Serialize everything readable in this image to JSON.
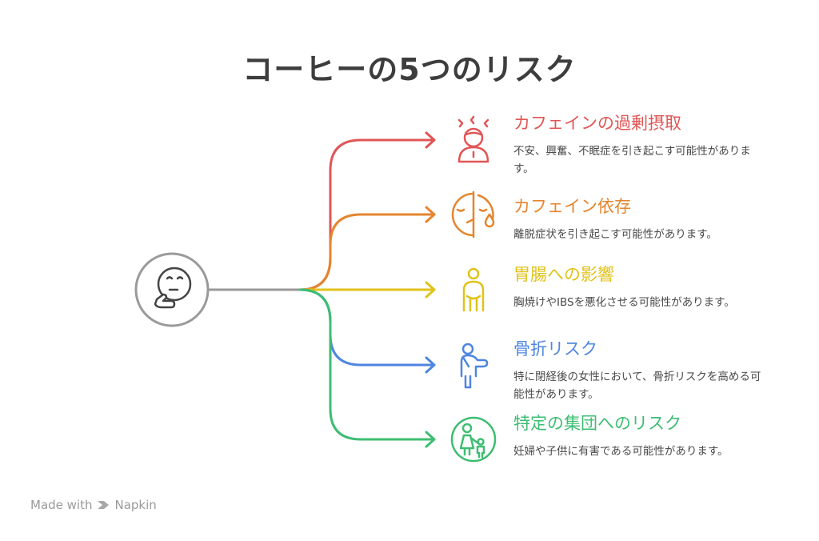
{
  "title": "コーヒーの5つのリスク",
  "center_icon": "thinking-face-icon",
  "items": [
    {
      "title": "カフェインの過剰摂取",
      "desc": "不安、興奮、不眠症を引き起こす可能性があります。",
      "color": "#e05656",
      "icon": "stressed-person-icon"
    },
    {
      "title": "カフェイン依存",
      "desc": "離脱症状を引き起こす可能性があります。",
      "color": "#e5852e",
      "icon": "crying-face-icon"
    },
    {
      "title": "胃腸への影響",
      "desc": "胸焼けやIBSを悪化させる可能性があります。",
      "color": "#e0c21a",
      "icon": "stomach-ache-person-icon"
    },
    {
      "title": "骨折リスク",
      "desc": "特に閉経後の女性において、骨折リスクを高める可能性があります。",
      "color": "#4f86e0",
      "icon": "injured-person-icon"
    },
    {
      "title": "特定の集団へのリスク",
      "desc": "妊婦や子供に有害である可能性があります。",
      "color": "#3dbd72",
      "icon": "mother-child-icon"
    }
  ],
  "footer": {
    "label": "Made with",
    "brand": "Napkin"
  }
}
